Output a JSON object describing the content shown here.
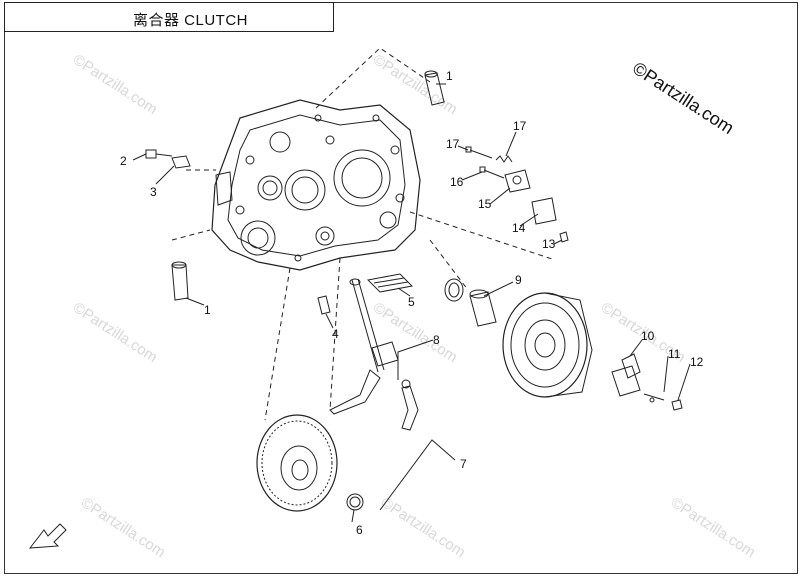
{
  "header": {
    "title": "离合器 CLUTCH"
  },
  "watermark": {
    "text": "©Partzilla.com"
  },
  "brand": {
    "text": "©Partzilla.com"
  },
  "callouts": [
    {
      "id": "1a",
      "label": "1"
    },
    {
      "id": "1b",
      "label": "1"
    },
    {
      "id": "2",
      "label": "2"
    },
    {
      "id": "3",
      "label": "3"
    },
    {
      "id": "4",
      "label": "4"
    },
    {
      "id": "5",
      "label": "5"
    },
    {
      "id": "6",
      "label": "6"
    },
    {
      "id": "7",
      "label": "7"
    },
    {
      "id": "8",
      "label": "8"
    },
    {
      "id": "9",
      "label": "9"
    },
    {
      "id": "10",
      "label": "10"
    },
    {
      "id": "11",
      "label": "11"
    },
    {
      "id": "12",
      "label": "12"
    },
    {
      "id": "13",
      "label": "13"
    },
    {
      "id": "14",
      "label": "14"
    },
    {
      "id": "15",
      "label": "15"
    },
    {
      "id": "16",
      "label": "16"
    },
    {
      "id": "17a",
      "label": "17"
    },
    {
      "id": "17b",
      "label": "17"
    }
  ],
  "colors": {
    "line": "#222222",
    "watermark": "#d6d6d6"
  }
}
